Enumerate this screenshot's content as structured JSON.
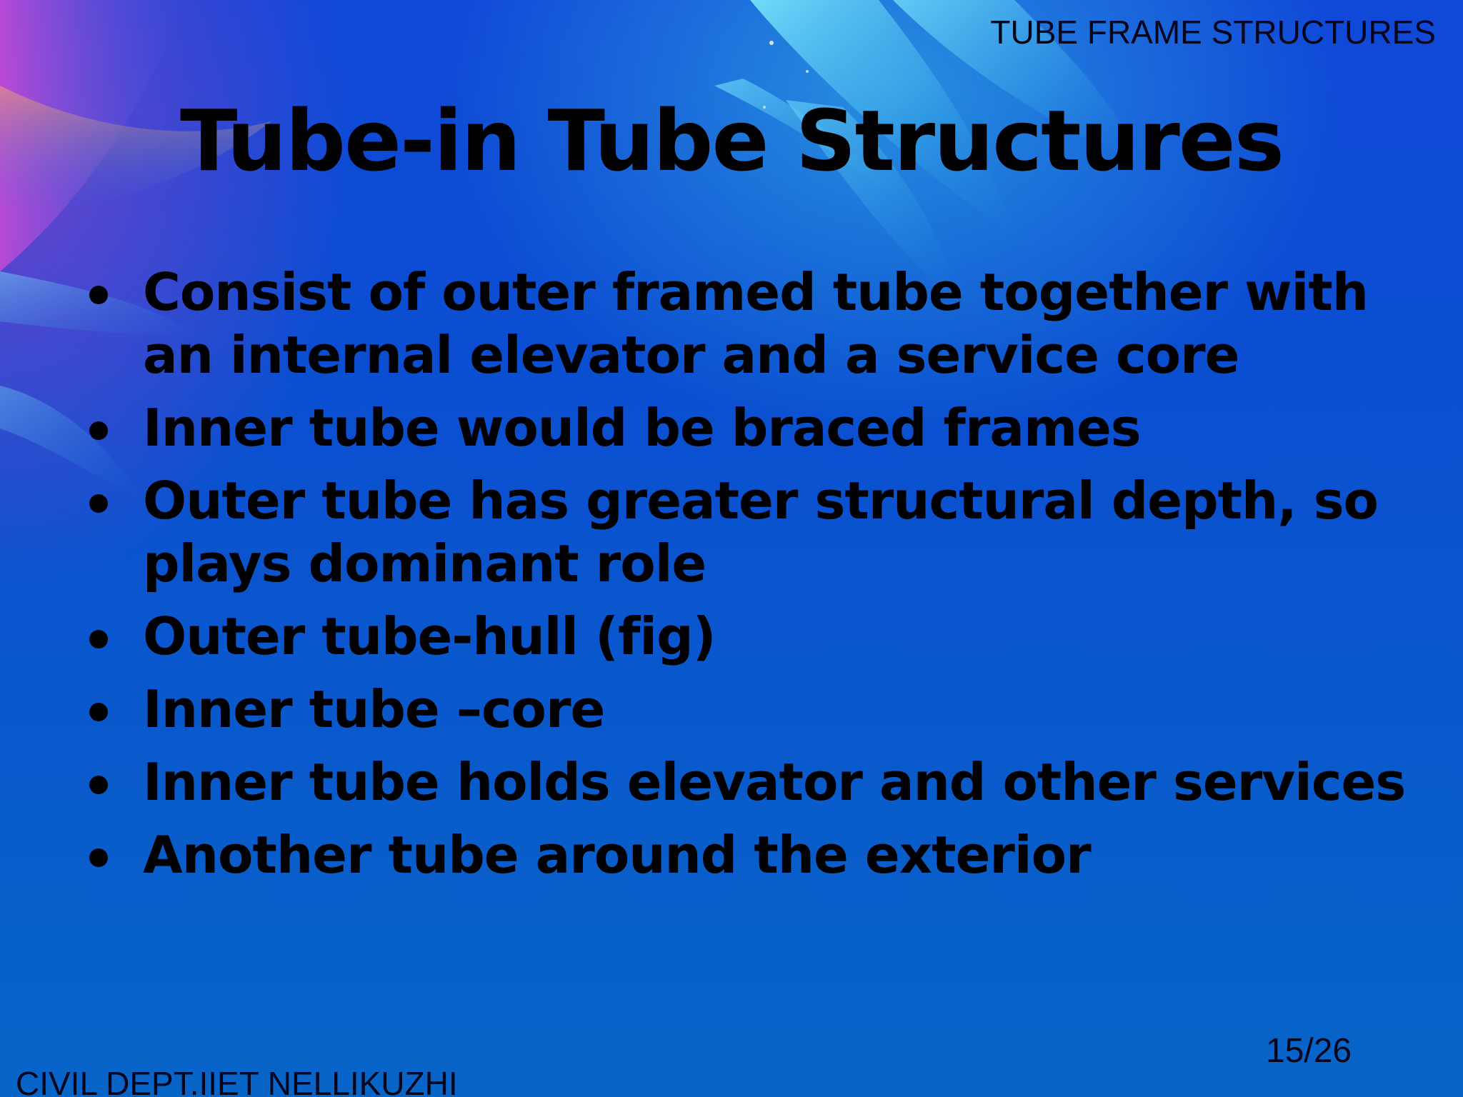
{
  "slide": {
    "header": "TUBE FRAME STRUCTURES",
    "title": "Tube-in Tube Structures",
    "bullets": [
      "Consist of outer framed tube together with an internal elevator and a service core",
      "Inner tube would be braced frames",
      "Outer tube has greater structural depth, so plays dominant role",
      "Outer tube-hull (fig)",
      "Inner tube –core",
      "Inner tube holds elevator and other services",
      "Another tube around the exterior"
    ],
    "page_number": "15/26",
    "footer": "CIVIL DEPT.IIET NELLIKUZHI"
  },
  "colors": {
    "background": "#0a50d0",
    "text": "#000000"
  }
}
